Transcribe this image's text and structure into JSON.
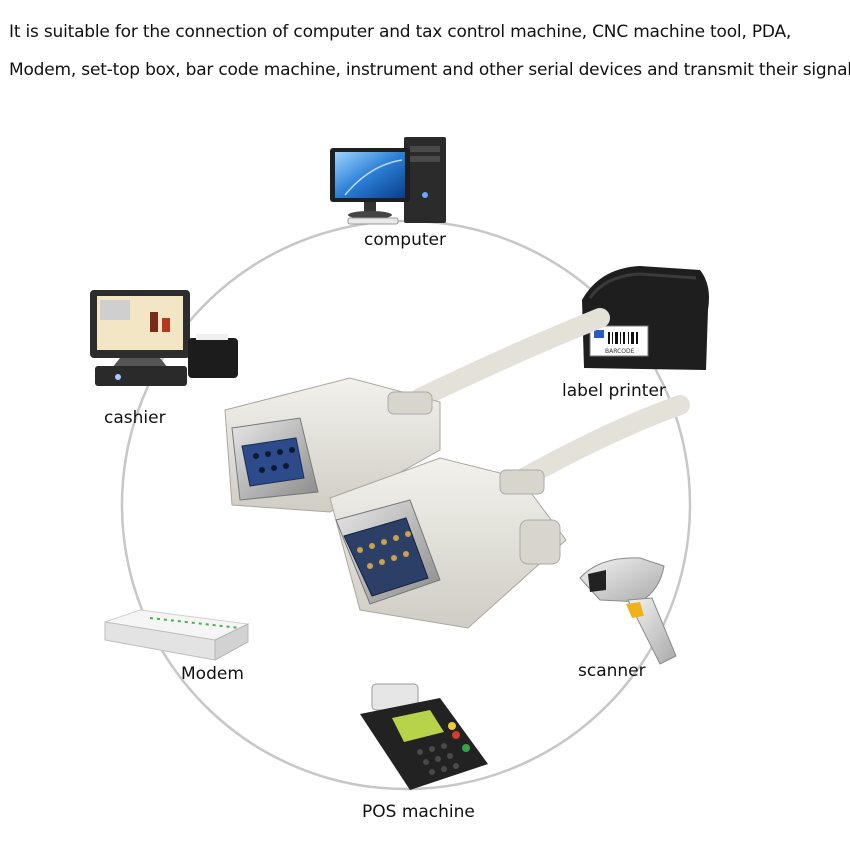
{
  "intro": {
    "line1": "It is suitable for the connection of computer and tax control machine, CNC machine tool, PDA,",
    "line2": "Modem, set-top box, bar code machine, instrument and other serial devices and transmit their signals"
  },
  "devices": {
    "computer": "computer",
    "label_printer": "label printer",
    "cashier": "cashier",
    "scanner": "scanner",
    "modem": "Modem",
    "pos_machine": "POS machine"
  },
  "printer_tag": "BARCODE"
}
